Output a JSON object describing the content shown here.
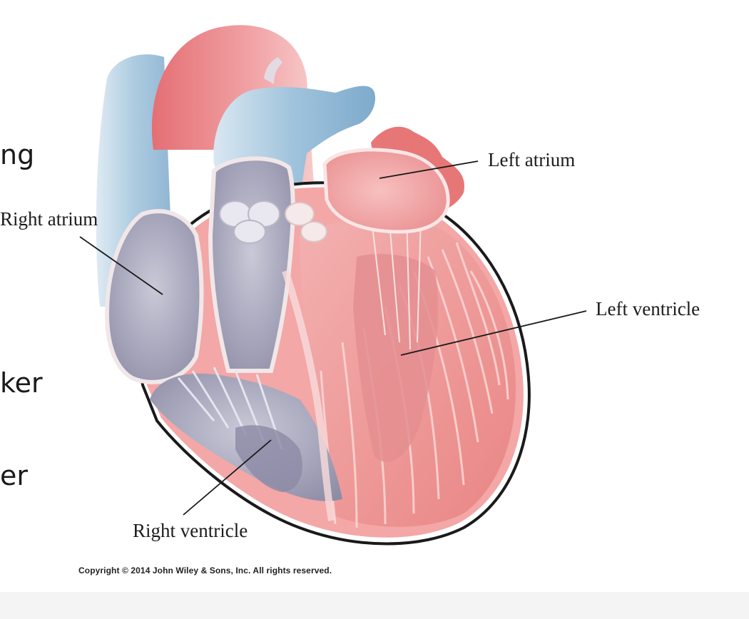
{
  "slide_text_fragments": [
    "ng",
    "ker",
    "er"
  ],
  "labels": {
    "left_atrium": "Left atrium",
    "right_atrium": "Right atrium",
    "left_ventricle": "Left ventricle",
    "right_ventricle": "Right ventricle"
  },
  "copyright": "Copyright © 2014 John Wiley & Sons, Inc. All rights reserved.",
  "colors": {
    "myocardium": "#f2a3a1",
    "oxygenated": "#e9807f",
    "deoxygenated_vessel": "#9fc3dc",
    "chamber_interior": "#a6a6ba",
    "outline": "#1a1a1a"
  }
}
